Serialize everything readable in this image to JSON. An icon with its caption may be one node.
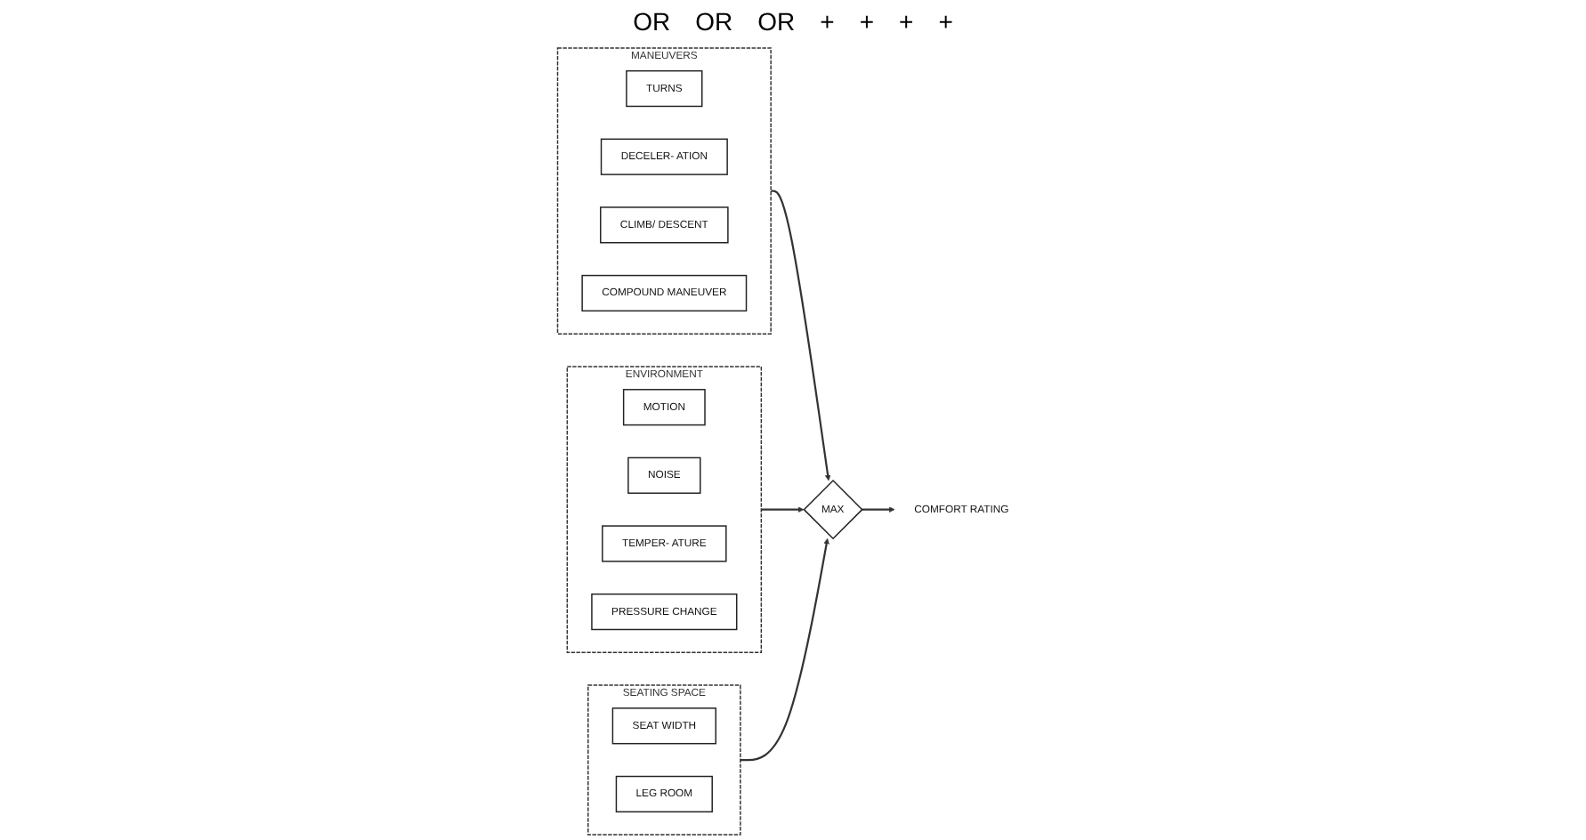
{
  "diagram": {
    "nodes": [
      {
        "text": [
          "MANEUVERS"
        ]
      },
      {
        "text": [
          "TURNS"
        ],
        "in": 0
      },
      {
        "text": [
          "DECELER- ATION"
        ],
        "in": 0
      },
      {
        "text": [
          "CLIMB/ DESCENT"
        ],
        "in": 0
      },
      {
        "text": [
          "COMPOUND MANEUVER"
        ],
        "in": 0
      },
      {
        "text": [
          "ENVIRONMENT"
        ]
      },
      {
        "text": [
          "MOTION"
        ],
        "in": 5
      },
      {
        "text": [
          "NOISE"
        ],
        "in": 5
      },
      {
        "text": [
          "TEMPER- ATURE"
        ],
        "in": 5
      },
      {
        "text": [
          "PRESSURE CHANGE"
        ],
        "in": 5
      },
      {
        "text": [
          "SEATING SPACE"
        ]
      },
      {
        "text": [
          "SEAT WIDTH"
        ],
        "in": 10
      },
      {
        "text": [
          "LEG ROOM"
        ],
        "in": 10
      },
      {
        "text": [
          "MAX"
        ]
      },
      {
        "text": [
          "COMFORT RATING"
        ]
      }
    ],
    "edges": [
      {
        "from": 0,
        "to": 13,
        "arrow": "to"
      },
      {
        "from": 5,
        "to": 13,
        "arrow": "to"
      },
      {
        "from": 10,
        "to": 13,
        "arrow": "to"
      },
      {
        "from": 13,
        "to": 14,
        "arrow": "to"
      }
    ],
    "labels": [
      "OR",
      "OR",
      "OR",
      "+",
      "+",
      "+",
      "+"
    ]
  }
}
